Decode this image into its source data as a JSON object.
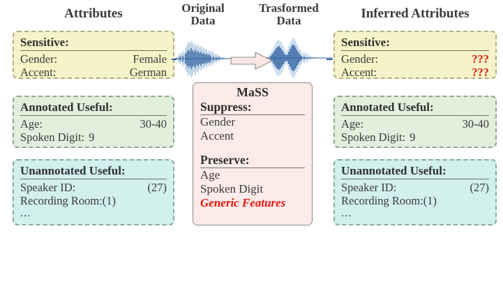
{
  "headings": {
    "attributes": "Attributes",
    "original_data": "Original\nData",
    "original_data_line1": "Original",
    "original_data_line2": "Data",
    "transformed_data_line1": "Trasformed",
    "transformed_data_line2": "Data",
    "inferred_attributes": "Inferred Attributes"
  },
  "colors": {
    "sensitive_bg": "#f6f3c8",
    "annotated_bg": "#e1f0dd",
    "unannotated_bg": "#d2f0ec",
    "mass_bg": "#fcebe9",
    "alert_red": "#e01b12",
    "waveform_blue": "#2f6bb0",
    "arrow_fill": "#fae7e3"
  },
  "left_column": {
    "sensitive": {
      "title": "Sensitive:",
      "rows": [
        {
          "key": "Gender:",
          "value": "Female"
        },
        {
          "key": "Accent:",
          "value": "German"
        }
      ]
    },
    "annotated": {
      "title": "Annotated Useful:",
      "rows": [
        {
          "key": "Age:",
          "value": "30-40"
        },
        {
          "key": "Spoken Digit:",
          "value": "9"
        }
      ]
    },
    "unannotated": {
      "title": "Unannotated Useful:",
      "rows": [
        {
          "key": "Speaker ID:",
          "value": "(27)"
        },
        {
          "key": "Recording Room:",
          "value": "(1)"
        }
      ],
      "ellipsis": "..."
    }
  },
  "right_column": {
    "sensitive": {
      "title": "Sensitive:",
      "rows": [
        {
          "key": "Gender:",
          "value": "???"
        },
        {
          "key": "Accent:",
          "value": "???"
        }
      ]
    },
    "annotated": {
      "title": "Annotated Useful:",
      "rows": [
        {
          "key": "Age:",
          "value": "30-40"
        },
        {
          "key": "Spoken Digit:",
          "value": "9"
        }
      ]
    },
    "unannotated": {
      "title": "Unannotated Useful:",
      "rows": [
        {
          "key": "Speaker ID:",
          "value": "(27)"
        },
        {
          "key": "Recording Room:",
          "value": "(1)"
        }
      ],
      "ellipsis": "..."
    }
  },
  "mass": {
    "title": "MaSS",
    "suppress_label": "Suppress:",
    "suppress_items": [
      "Gender",
      "Accent"
    ],
    "preserve_label": "Preserve:",
    "preserve_items": [
      "Age",
      "Spoken Digit"
    ],
    "preserve_highlight": "Generic Features"
  },
  "icons": {
    "original_waveform": "audio-waveform-icon",
    "transformed_waveform": "audio-waveform-icon",
    "flow_arrow": "right-block-arrow-icon"
  }
}
